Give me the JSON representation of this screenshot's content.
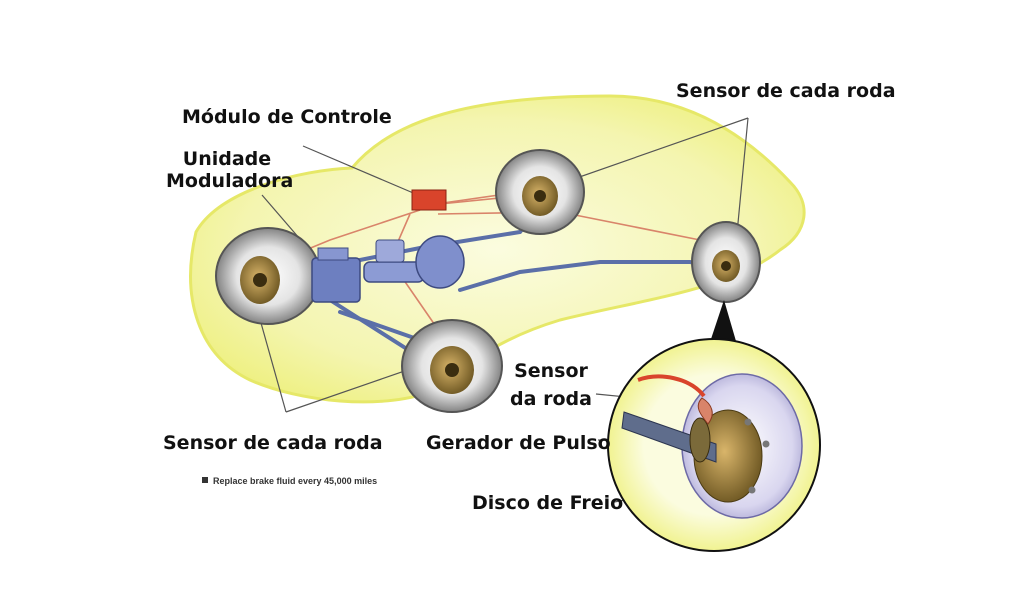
{
  "labels": {
    "control_module": "Módulo de Controle",
    "modulator_line1": "Unidade",
    "modulator_line2": "Moduladora",
    "sensor_each_wheel_top": "Sensor de cada roda",
    "sensor_each_wheel_bottom": "Sensor de cada roda",
    "wheel_sensor_line1": "Sensor",
    "wheel_sensor_line2": "da roda",
    "pulse_generator": "Gerador de Pulso",
    "brake_disc": "Disco de Freio"
  },
  "footnote": "Replace brake fluid every 45,000 miles",
  "colors": {
    "car_fill": "#f2f3a6",
    "hydraulic_line": "#5b6fa8",
    "sensor_wire": "#d9846a",
    "control_module": "#d9442b"
  }
}
